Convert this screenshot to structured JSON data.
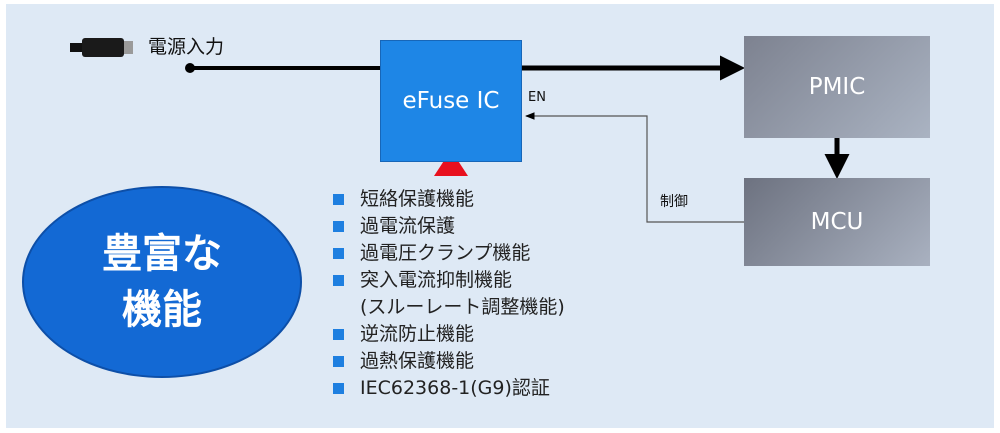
{
  "diagram": {
    "power_input_label": "電源入力",
    "efuse_label": "eFuse IC",
    "pmic_label": "PMIC",
    "mcu_label": "MCU",
    "en_label": "EN",
    "control_label": "制御",
    "bubble_line1": "豊富な",
    "bubble_line2": "機能",
    "features": [
      {
        "text": "短絡保護機能",
        "bullet": true
      },
      {
        "text": "過電流保護",
        "bullet": true
      },
      {
        "text": "過電圧クランプ機能",
        "bullet": true
      },
      {
        "text": "突入電流抑制機能",
        "bullet": true
      },
      {
        "text": "(スルーレート調整機能)",
        "bullet": false
      },
      {
        "text": "逆流防止機能",
        "bullet": true
      },
      {
        "text": "過熱保護機能",
        "bullet": true
      },
      {
        "text": "IEC62368-1(G9)認証",
        "bullet": true
      }
    ],
    "colors": {
      "background": "#dee9f5",
      "efuse": "#1e86e6",
      "bubble": "#1369d4",
      "bullet": "#1e7fe0",
      "triangle": "#e8101e",
      "box_gray": "#8a909e"
    },
    "icons": [
      "usb-plug-icon",
      "triangle-marker-icon"
    ]
  }
}
